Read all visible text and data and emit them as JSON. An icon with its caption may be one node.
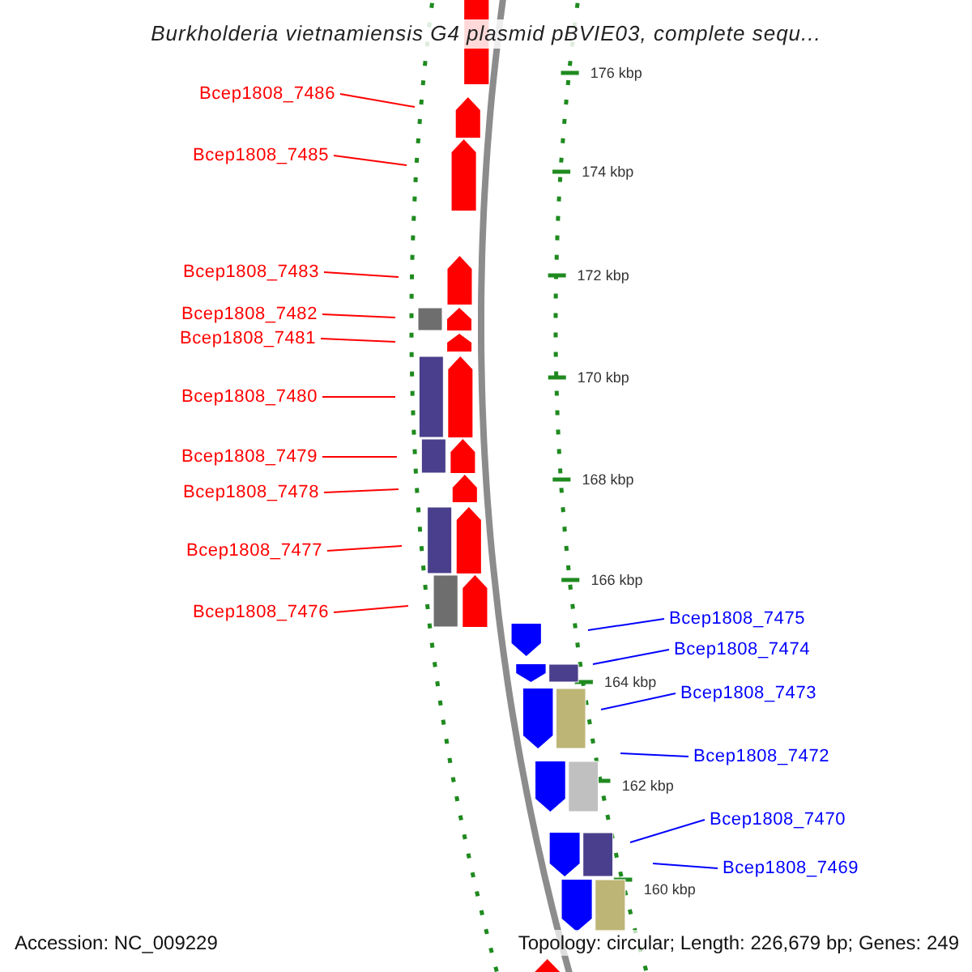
{
  "diagram": {
    "title": "Burkholderia vietnamiensis G4 plasmid pBVIE03, complete sequ...",
    "nodes": [
      {
        "text": [
          "Bcep1808_7486"
        ]
      },
      {
        "text": [
          "Bcep1808_7485"
        ]
      },
      {
        "text": [
          "Bcep1808_7483"
        ]
      },
      {
        "text": [
          "Bcep1808_7482"
        ]
      },
      {
        "text": [
          "Bcep1808_7481"
        ]
      },
      {
        "text": [
          "Bcep1808_7480"
        ]
      },
      {
        "text": [
          "Bcep1808_7479"
        ]
      },
      {
        "text": [
          "Bcep1808_7478"
        ]
      },
      {
        "text": [
          "Bcep1808_7477"
        ]
      },
      {
        "text": [
          "Bcep1808_7476"
        ]
      },
      {
        "text": [
          "Bcep1808_7475"
        ]
      },
      {
        "text": [
          "Bcep1808_7474"
        ]
      },
      {
        "text": [
          "Bcep1808_7473"
        ]
      },
      {
        "text": [
          "Bcep1808_7472"
        ]
      },
      {
        "text": [
          "Bcep1808_7470"
        ]
      },
      {
        "text": [
          "Bcep1808_7469"
        ]
      }
    ],
    "edges": [
      {
        "from": 0,
        "to": null,
        "arrow": "none"
      },
      {
        "from": 1,
        "to": null,
        "arrow": "none"
      },
      {
        "from": 2,
        "to": null,
        "arrow": "none"
      },
      {
        "from": 3,
        "to": null,
        "arrow": "none"
      },
      {
        "from": 4,
        "to": null,
        "arrow": "none"
      },
      {
        "from": 5,
        "to": null,
        "arrow": "none"
      },
      {
        "from": 6,
        "to": null,
        "arrow": "none"
      },
      {
        "from": 7,
        "to": null,
        "arrow": "none"
      },
      {
        "from": 8,
        "to": null,
        "arrow": "none"
      },
      {
        "from": 9,
        "to": null,
        "arrow": "none"
      },
      {
        "from": 10,
        "to": null,
        "arrow": "none",
        "color": "#0000ff"
      },
      {
        "from": 11,
        "to": null,
        "arrow": "none",
        "color": "#0000ff"
      },
      {
        "from": 12,
        "to": null,
        "arrow": "none",
        "color": "#0000ff"
      },
      {
        "from": 13,
        "to": null,
        "arrow": "none",
        "color": "#0000ff"
      },
      {
        "from": 14,
        "to": null,
        "arrow": "none",
        "color": "#0000ff"
      },
      {
        "from": 15,
        "to": null,
        "arrow": "none",
        "color": "#0000ff"
      }
    ],
    "labels": [
      "176 kbp",
      "174 kbp",
      "172 kbp",
      "170 kbp",
      "168 kbp",
      "166 kbp",
      "164 kbp",
      "162 kbp",
      "160 kbp",
      "Accession: NC_009229",
      "Topology: circular; Length: 226,679 bp; Genes: 249"
    ]
  }
}
